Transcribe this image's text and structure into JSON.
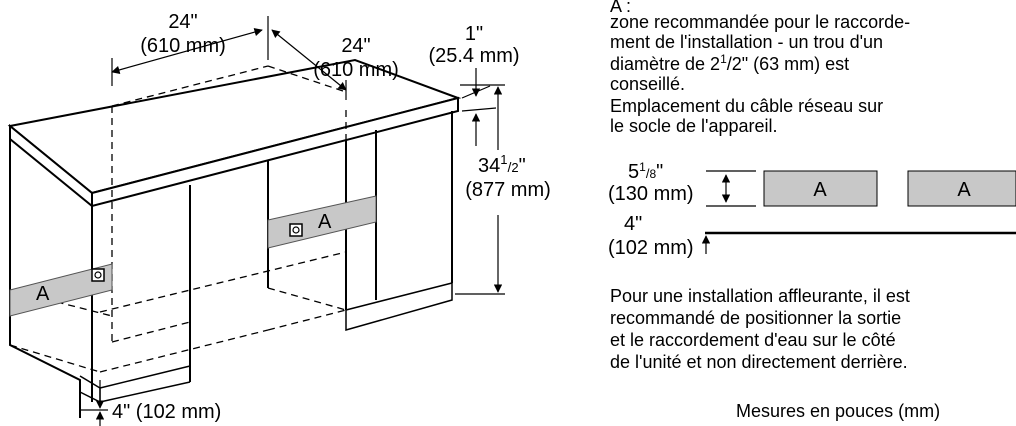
{
  "dimensions": {
    "width1": {
      "in": "24\"",
      "mm": "(610 mm)"
    },
    "width2": {
      "in": "24\"",
      "mm": "(610 mm)"
    },
    "top": {
      "in": "1\"",
      "mm": "(25.4 mm)"
    },
    "height": {
      "in_whole": "34",
      "in_num": "1",
      "in_den": "2",
      "in_tail": "\"",
      "mm": "(877 mm)"
    },
    "toe": "4\" (102 mm)"
  },
  "zone_marker": "A",
  "legend": {
    "title": "A :",
    "lines": [
      "zone recommandée pour le raccorde-",
      "ment de l'installation - un trou d'un",
      "diamètre de 2",
      "1",
      "/2\" (63 mm) est",
      "conseillé.",
      "Emplacement du câble réseau sur",
      "le socle de l'appareil."
    ]
  },
  "detail": {
    "zone_height": {
      "whole": "5",
      "num": "1",
      "den": "8",
      "tail": "\"",
      "mm": "(130 mm)"
    },
    "floor": {
      "in": "4\"",
      "mm": "(102 mm)"
    },
    "boxes": [
      "A",
      "A"
    ]
  },
  "note_lines": [
    "Pour une installation affleurante, il est",
    "recommandé de positionner la sortie",
    "et le raccordement d'eau sur le côté",
    "de l'unité et non directement derrière."
  ],
  "units_note": "Mesures en pouces (mm)",
  "colors": {
    "zone_fill": "#c8c8c8",
    "line": "#000000"
  }
}
